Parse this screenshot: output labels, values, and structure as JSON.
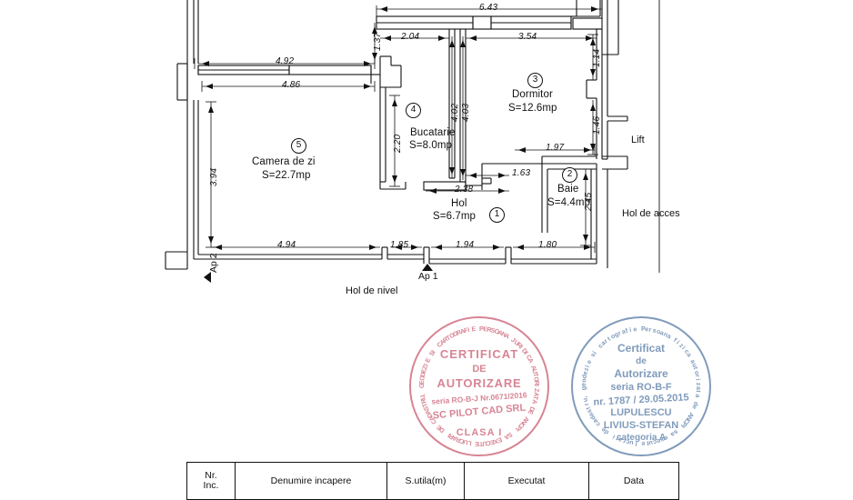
{
  "document": {
    "type": "architectural-floor-plan",
    "background_color": "#ffffff",
    "line_color": "#111111"
  },
  "rooms": [
    {
      "number": "5",
      "name": "Camera de zi",
      "area": "S=22.7mp"
    },
    {
      "number": "4",
      "name": "Bucatarie",
      "area": "S=8.0mp"
    },
    {
      "number": "3",
      "name": "Dormitor",
      "area": "S=12.6mp"
    },
    {
      "number": "2",
      "name": "Baie",
      "area": "S=4.4mp"
    },
    {
      "number": "1",
      "name": "Hol",
      "area": "S=6.7mp"
    }
  ],
  "zone_labels": {
    "lift": "Lift",
    "hol_de_acces": "Hol de acces",
    "hol_de_nivel": "Hol de nivel"
  },
  "apartment_markers": {
    "ap1": "Ap 1",
    "ap2": "Ap 2"
  },
  "dimensions": {
    "top_overall": "6.43",
    "top_left_segment": "2.04",
    "top_right_segment": "3.54",
    "left_upper": "4.92",
    "left_upper_inner": "4.86",
    "bottom_living": "4.94",
    "bottom_seg_185": "1.85",
    "bottom_seg_194": "1.94",
    "bottom_seg_180": "1.80",
    "vert_137": "1.37",
    "vert_394": "3.94",
    "vert_220": "2.20",
    "vert_402": "4.02",
    "vert_403": "4.03",
    "vert_114": "1.14",
    "vert_146": "1.46",
    "vert_245": "2.45",
    "baie_197": "1.97",
    "hol_163": "1.63",
    "hol_238": "2.38"
  },
  "stamps": {
    "red": {
      "color": "#c9566b",
      "title_line1": "CERTIFICAT",
      "title_line2": "DE",
      "title_line3": "AUTORIZARE",
      "serial": "seria RO-B-J Nr.0671/2016",
      "company": "SC PILOT CAD SRL",
      "class": "CLASA I",
      "ring_text": "PERSOANA JURIDICA AUTORIZATA DE ANCPI SA EXECUTE LUCRARI DE CADASTRU, GEODEZIE SI CARTOGRAFIE "
    },
    "blue": {
      "color": "#5d7fa8",
      "title_line1": "Certificat",
      "title_line2": "de",
      "title_line3": "Autorizare",
      "serial_line1": "seria RO-B-F",
      "serial_line2": "nr. 1787 / 29.05.2015",
      "name_line1": "LUPULESCU",
      "name_line2": "LIVIUS-STEFAN",
      "category": "categoria A",
      "ring_text": "Persoana fizica autorizata de ANCPI sa execute lucrari de cadastru, geodezie si cartografie "
    }
  },
  "legend_table": {
    "headers": [
      "Nr.\nInc.",
      "Denumire incapere",
      "S.utila(m)",
      "Executat",
      "Data"
    ],
    "header_nr_line1": "Nr.",
    "header_nr_line2": "Inc.",
    "header_denumire": "Denumire incapere",
    "header_sutila": "S.utila(m)",
    "header_executat": "Executat",
    "header_data": "Data"
  }
}
